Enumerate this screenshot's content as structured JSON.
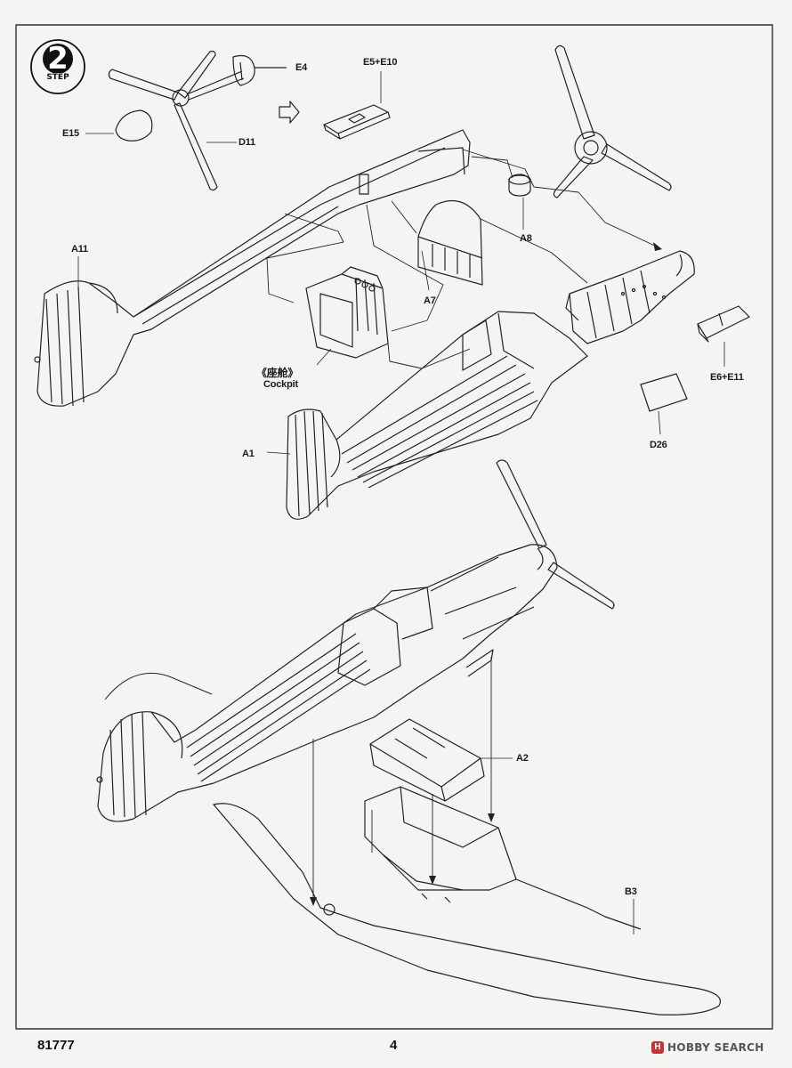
{
  "step": {
    "number": "2",
    "word": "STEP"
  },
  "parts": {
    "e4": "E4",
    "e5_e10": "E5+E10",
    "e15": "E15",
    "d11": "D11",
    "a8": "A8",
    "a11": "A11",
    "a7": "A7",
    "e6_e11": "E6+E11",
    "a1": "A1",
    "d26": "D26",
    "a2": "A2",
    "b3": "B3"
  },
  "cockpit": {
    "cn": "《座舱》",
    "en": "Cockpit"
  },
  "footer": {
    "code": "81777",
    "page": "4"
  },
  "watermark": {
    "icon": "H",
    "text": "HOBBY SEARCH"
  }
}
